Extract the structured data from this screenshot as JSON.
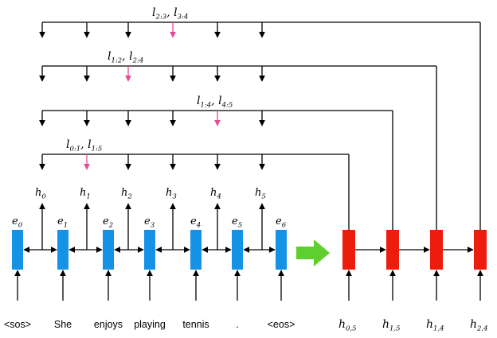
{
  "colors": {
    "encoder_box": "#1592e6",
    "decoder_box": "#ee1c0c",
    "highlight_arrow": "#e64a91",
    "transition_arrow": "#5fcf2f",
    "line": "#000000"
  },
  "tokens": [
    "<sos>",
    "She",
    "enjoys",
    "playing",
    "tennis",
    ".",
    "<eos>"
  ],
  "embeddings": [
    {
      "base": "e",
      "sub": "0"
    },
    {
      "base": "e",
      "sub": "1"
    },
    {
      "base": "e",
      "sub": "2"
    },
    {
      "base": "e",
      "sub": "3"
    },
    {
      "base": "e",
      "sub": "4"
    },
    {
      "base": "e",
      "sub": "5"
    },
    {
      "base": "e",
      "sub": "6"
    }
  ],
  "hidden_states": [
    {
      "base": "h",
      "sub": "0"
    },
    {
      "base": "h",
      "sub": "1"
    },
    {
      "base": "h",
      "sub": "2"
    },
    {
      "base": "h",
      "sub": "3"
    },
    {
      "base": "h",
      "sub": "4"
    },
    {
      "base": "h",
      "sub": "5"
    }
  ],
  "span_inputs": [
    {
      "base": "h",
      "sub": "0,5"
    },
    {
      "base": "h",
      "sub": "1,5"
    },
    {
      "base": "h",
      "sub": "1,4"
    },
    {
      "base": "h",
      "sub": "2,4"
    }
  ],
  "levels": [
    {
      "labels": [
        {
          "base": "l",
          "sub": "0:1"
        },
        {
          "base": "l",
          "sub": "1:5"
        }
      ],
      "highlight_index": 1
    },
    {
      "labels": [
        {
          "base": "l",
          "sub": "1:4"
        },
        {
          "base": "l",
          "sub": "4:5"
        }
      ],
      "highlight_index": 4
    },
    {
      "labels": [
        {
          "base": "l",
          "sub": "1:2"
        },
        {
          "base": "l",
          "sub": "2:4"
        }
      ],
      "highlight_index": 2
    },
    {
      "labels": [
        {
          "base": "l",
          "sub": "2:3"
        },
        {
          "base": "l",
          "sub": "3:4"
        }
      ],
      "highlight_index": 3
    }
  ]
}
